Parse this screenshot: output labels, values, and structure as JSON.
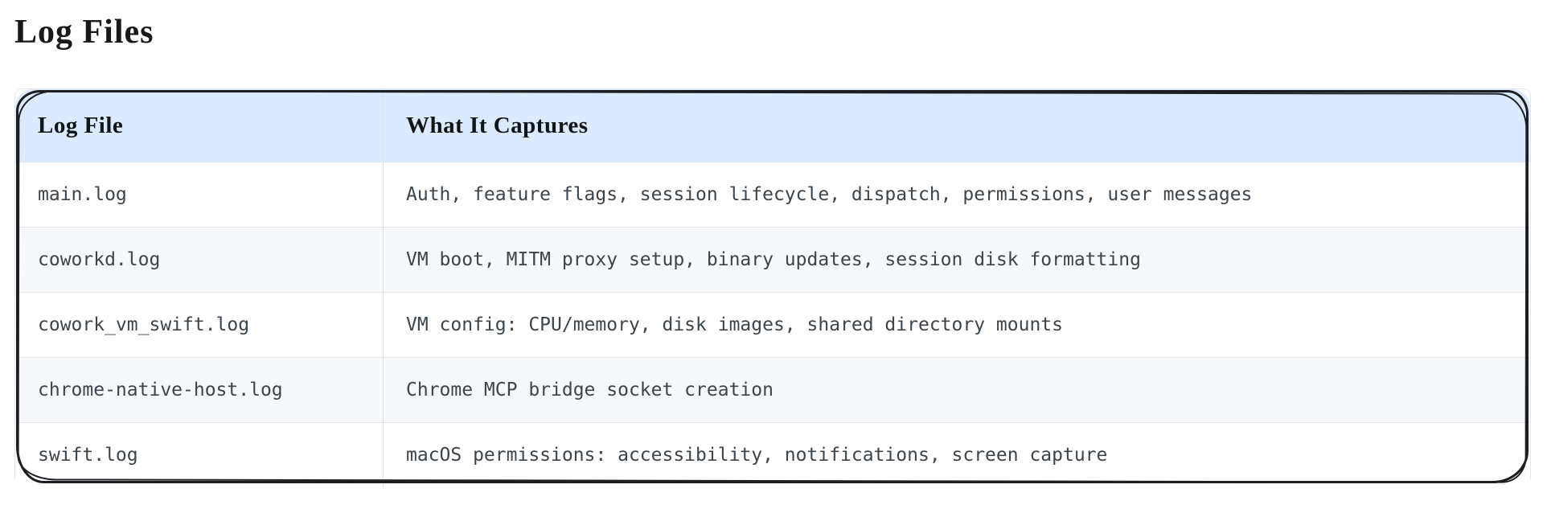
{
  "page": {
    "title": "Log Files"
  },
  "table": {
    "columns": [
      {
        "label": "Log File"
      },
      {
        "label": "What It Captures"
      }
    ],
    "rows": [
      {
        "file": "main.log",
        "captures": "Auth, feature flags, session lifecycle, dispatch, permissions, user messages"
      },
      {
        "file": "coworkd.log",
        "captures": "VM boot, MITM proxy setup, binary updates, session disk formatting"
      },
      {
        "file": "cowork_vm_swift.log",
        "captures": "VM config: CPU/memory, disk images, shared directory mounts"
      },
      {
        "file": "chrome-native-host.log",
        "captures": "Chrome MCP bridge socket creation"
      },
      {
        "file": "swift.log",
        "captures": "macOS permissions: accessibility, notifications, screen capture"
      }
    ],
    "colors": {
      "header_bg": "#dbeafe",
      "row_alt_bg": "#f6f8fa",
      "sketch_border": "#1b1d20",
      "divider": "#e2e5e9",
      "body_text": "#3c444c",
      "heading_text": "#17191b"
    }
  }
}
